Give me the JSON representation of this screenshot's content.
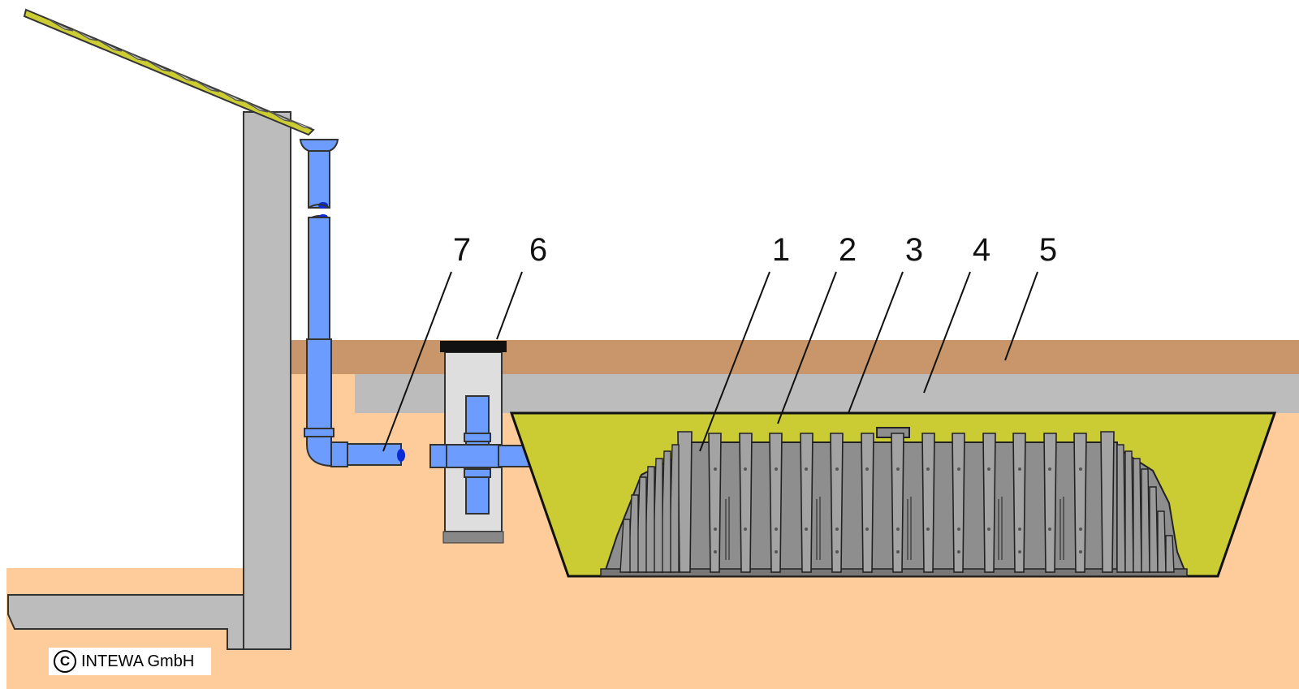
{
  "diagram": {
    "callouts": [
      {
        "id": "7",
        "label": "7",
        "target": "downpipe-elbow-outlet"
      },
      {
        "id": "6",
        "label": "6",
        "target": "filter-shaft-lid"
      },
      {
        "id": "1",
        "label": "1",
        "target": "infiltration-block-module"
      },
      {
        "id": "2",
        "label": "2",
        "target": "gravel-bedding"
      },
      {
        "id": "3",
        "label": "3",
        "target": "geotextile-liner"
      },
      {
        "id": "4",
        "label": "4",
        "target": "gravel-cover-layer"
      },
      {
        "id": "5",
        "label": "5",
        "target": "topsoil-layer"
      }
    ]
  },
  "copyright": {
    "symbol": "C",
    "text": "INTEWA GmbH"
  },
  "colors": {
    "subsoil": "#fecb9b",
    "topsoil": "#c8966a",
    "gravel_cover": "#bcbcbc",
    "gravel_bed": "#cbcc34",
    "wall": "#bcbcbc",
    "pipe": "#6d9cff",
    "block": "#8e8e8e",
    "roof": "#cccc33"
  }
}
